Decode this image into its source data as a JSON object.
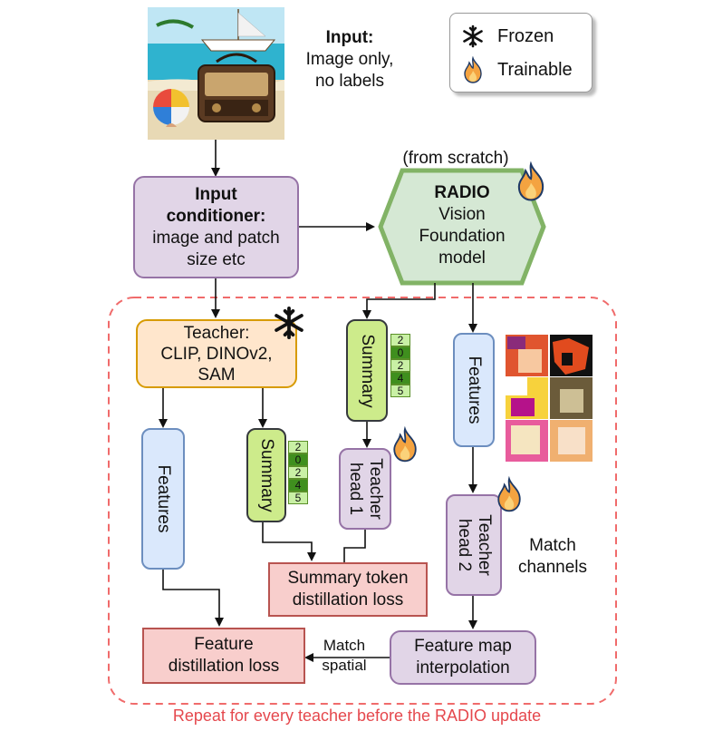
{
  "input_label": {
    "title": "Input:",
    "line1": "Image only,",
    "line2": "no labels"
  },
  "legend": {
    "frozen": "Frozen",
    "trainable": "Trainable"
  },
  "conditioner": {
    "bold": "Input conditioner:",
    "rest1": "image and patch",
    "rest2": "size etc"
  },
  "radio": {
    "note": "(from scratch)",
    "bold": "RADIO",
    "l1": "Vision",
    "l2": "Foundation",
    "l3": "model"
  },
  "teacher": {
    "l1": "Teacher:",
    "l2": "CLIP, DINOv2,",
    "l3": "SAM"
  },
  "features_left": "Features",
  "summary_left": "Summary",
  "summary_mid": "Summary",
  "features_right": "Features",
  "summary_numbers": [
    "2",
    "0",
    "2",
    "4",
    "5"
  ],
  "teacher_head_1": {
    "l1": "Teacher",
    "l2": "head 1"
  },
  "teacher_head_2": {
    "l1": "Teacher",
    "l2": "head 2"
  },
  "match_channels": {
    "l1": "Match",
    "l2": "channels"
  },
  "summary_loss": {
    "l1": "Summary token",
    "l2": "distillation loss"
  },
  "feature_loss": {
    "l1": "Feature",
    "l2": "distillation loss"
  },
  "interp": {
    "l1": "Feature map",
    "l2": "interpolation"
  },
  "match_spatial": {
    "l1": "Match",
    "l2": "spatial"
  },
  "repeat_caption": "Repeat for every teacher before the RADIO update",
  "colors": {
    "dashed_border": "#f06b6b",
    "caption": "#e5484d",
    "radio_border": "#82b366",
    "radio_fill": "#d5e8d4"
  }
}
